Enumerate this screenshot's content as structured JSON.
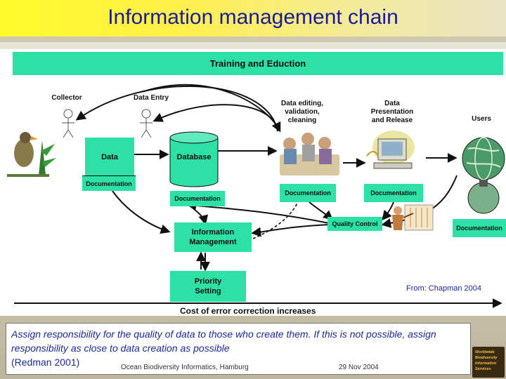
{
  "title": "Information management chain",
  "banner": "Training and Eduction",
  "labels": {
    "collector": "Collector",
    "data_entry": "Data Entry",
    "data_editing": "Data editing,\nvalidation,\ncleaning",
    "data_presentation": "Data\nPresentation\nand Release",
    "users": "Users"
  },
  "boxes": {
    "data": "Data",
    "doc_data": "Documentation",
    "database": "Database",
    "doc_database": "Documentation",
    "doc_editing": "Documentation",
    "doc_presentation": "Documentation",
    "quality_control": "Quality Control",
    "doc_users": "Documentation",
    "info_mgmt": "Information Management",
    "priority": "Priority Setting"
  },
  "source": "From: Chapman 2004",
  "cost_label": "Cost of error correction increases",
  "quote": {
    "text": "Assign responsibility for the quality of data to those who create them. If this is not possible, assign responsibility as close to data creation as possible",
    "citation": "(Redman 2001)"
  },
  "footer": {
    "left": "Ocean Biodiversity Informatics, Hamburg",
    "right": "29 Nov 2004"
  },
  "logo_lines": [
    "Worldwide",
    "Biodiversity",
    "Information",
    "Services"
  ],
  "colors": {
    "title_text": "#1a1a9a",
    "box_fill": "#2de0a6",
    "title_bar": "#fffb2a",
    "quote_text": "#1a2a9a"
  }
}
